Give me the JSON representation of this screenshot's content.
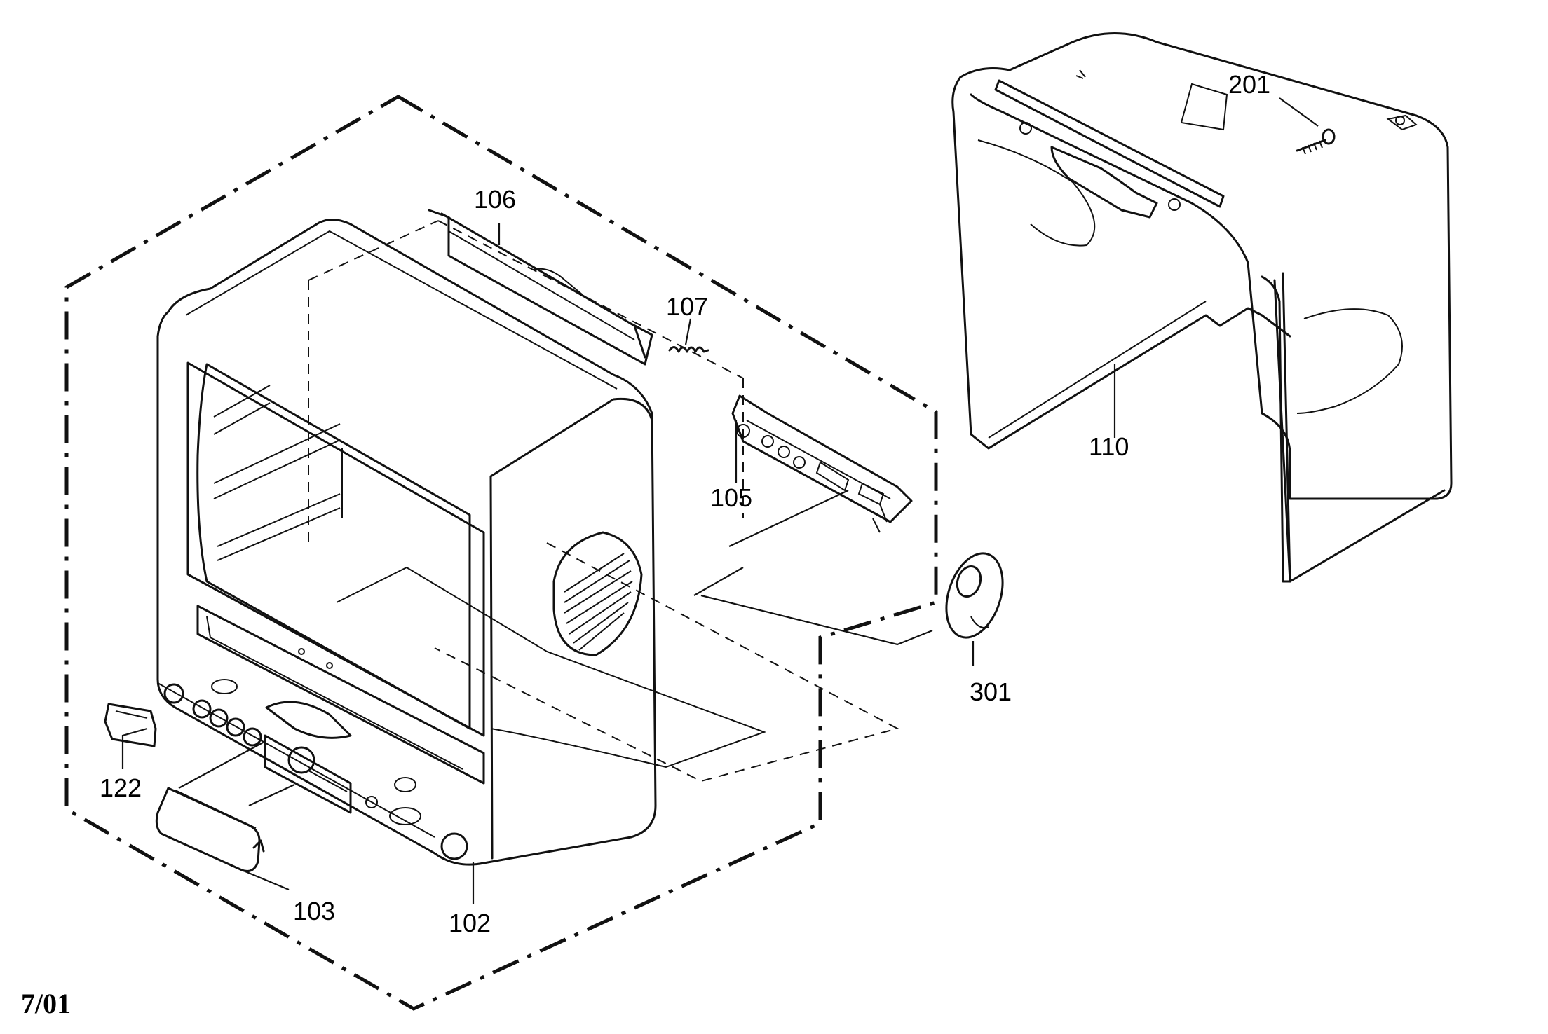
{
  "labels": {
    "p106": "106",
    "p107": "107",
    "p105": "105",
    "p110": "110",
    "p201": "201",
    "p301": "301",
    "p122": "122",
    "p103": "103",
    "p102": "102"
  },
  "date_code": "7/01"
}
